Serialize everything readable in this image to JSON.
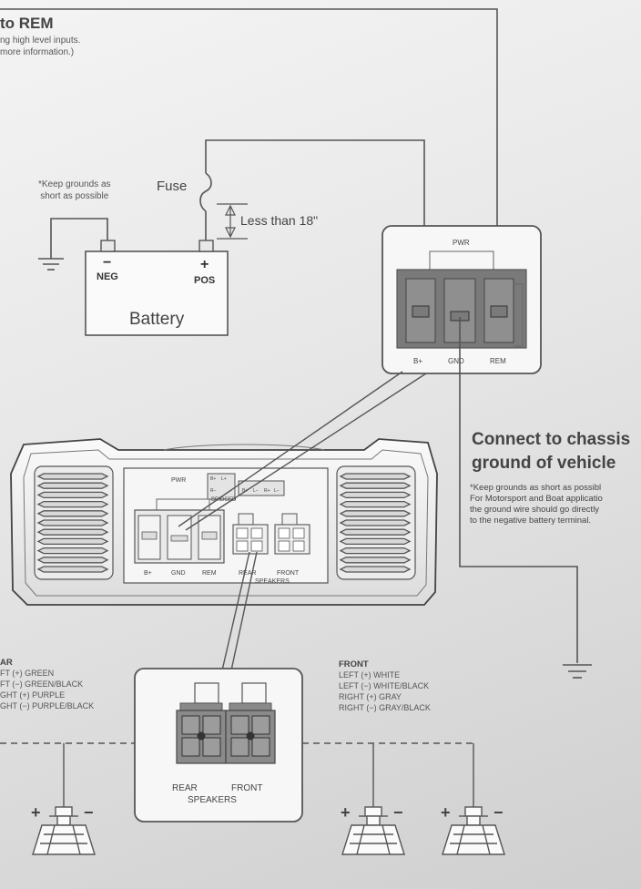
{
  "rem": {
    "title": "to REM",
    "lines": [
      "ng high level inputs.",
      "more information.)"
    ]
  },
  "ground_note": [
    "*Keep grounds as",
    "short as possible"
  ],
  "fuse_label": "Fuse",
  "length_label": "Less than 18\"",
  "battery": {
    "neg_symbol": "−",
    "neg_label": "NEG",
    "pos_symbol": "+",
    "pos_label": "POS",
    "label": "Battery"
  },
  "pwr_inset": {
    "header": "PWR",
    "terminals": [
      "B+",
      "GND",
      "REM"
    ]
  },
  "chassis": {
    "title_lines": [
      "Connect to chassis",
      "ground of vehicle"
    ],
    "note_lines": [
      "*Keep grounds as short as possibl",
      "For Motorsport and Boat applicatio",
      "the ground wire should go directly",
      "to the negative battery terminal."
    ]
  },
  "amp_panel": {
    "pwr_label": "PWR",
    "bridged_label": "BRIDGED",
    "bridged_pins": [
      "B+",
      "L+",
      "R−",
      "B+",
      "L−",
      "R+",
      "L−"
    ],
    "terminals": [
      "B+",
      "GND",
      "REM"
    ],
    "rear_label": "REAR",
    "front_label": "FRONT",
    "speakers_label": "SPEAKERS"
  },
  "rear_wires": {
    "header": "AR",
    "lines": [
      "FT   (+) GREEN",
      "FT   (−) GREEN/BLACK",
      "GHT (+) PURPLE",
      "GHT (−) PURPLE/BLACK"
    ]
  },
  "front_wires": {
    "header": "FRONT",
    "lines": [
      "LEFT   (+) WHITE",
      "LEFT   (−) WHITE/BLACK",
      "RIGHT (+) GRAY",
      "RIGHT (−) GRAY/BLACK"
    ]
  },
  "speaker_inset": {
    "rear_label": "REAR",
    "front_label": "FRONT",
    "speakers_label": "SPEAKERS"
  },
  "speaker_symbols": {
    "plus": "+",
    "minus": "−"
  }
}
